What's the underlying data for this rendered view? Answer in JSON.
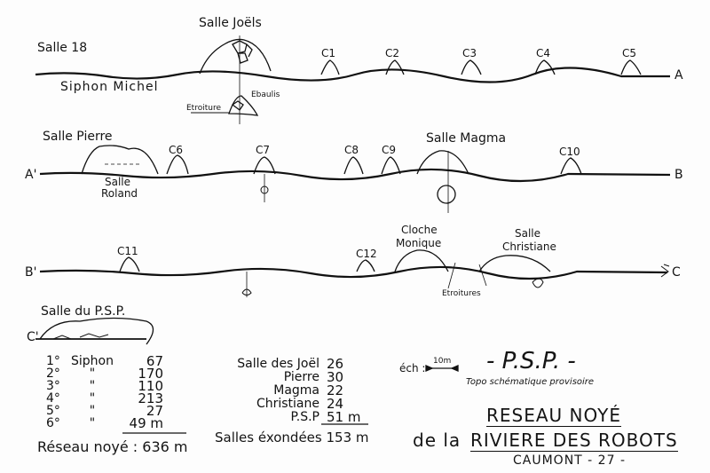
{
  "rows": [
    {
      "start": "",
      "end": "A",
      "labels": [
        "Salle 18",
        "Siphon Michel",
        "Salle Joëls",
        "Ebaulis",
        "Etroiture",
        "C1",
        "C2",
        "C3",
        "C4",
        "C5"
      ]
    },
    {
      "start": "A'",
      "end": "B",
      "labels": [
        "Salle Pierre",
        "Salle",
        "Roland",
        "C6",
        "C7",
        "C8",
        "C9",
        "Salle Magma",
        "C10"
      ]
    },
    {
      "start": "B'",
      "end": "C",
      "labels": [
        "C11",
        "C12",
        "Cloche",
        "Monique",
        "Salle",
        "Christiane",
        "Etroitures"
      ]
    }
  ],
  "psp": {
    "title": "Salle du P.S.P.",
    "start": "C'"
  },
  "siphons": [
    {
      "n": "1°",
      "name": "Siphon",
      "len": "67"
    },
    {
      "n": "2°",
      "name": "\"",
      "len": "170"
    },
    {
      "n": "3°",
      "name": "\"",
      "len": "110"
    },
    {
      "n": "4°",
      "name": "\"",
      "len": "213"
    },
    {
      "n": "5°",
      "name": "\"",
      "len": "27"
    },
    {
      "n": "6°",
      "name": "\"",
      "len": "49 m"
    }
  ],
  "siphon_total": "Réseau noyé : 636 m",
  "salles": [
    {
      "name": "Salle des Joël",
      "len": "26"
    },
    {
      "name": "Pierre",
      "len": "30"
    },
    {
      "name": "Magma",
      "len": "22"
    },
    {
      "name": "Christiane",
      "len": "24"
    },
    {
      "name": "P.S.P",
      "len": "51 m"
    }
  ],
  "salles_total": "Salles éxondées 153 m",
  "scale": {
    "label": "éch :",
    "value": "10m"
  },
  "title": {
    "psp": "- P.S.P. -",
    "subtitle": "Topo schématique provisoire",
    "line1": "RESEAU NOYÉ",
    "prefix": "de la",
    "line2": "RIVIERE DES ROBOTS",
    "place": "CAUMONT - 27 -"
  }
}
